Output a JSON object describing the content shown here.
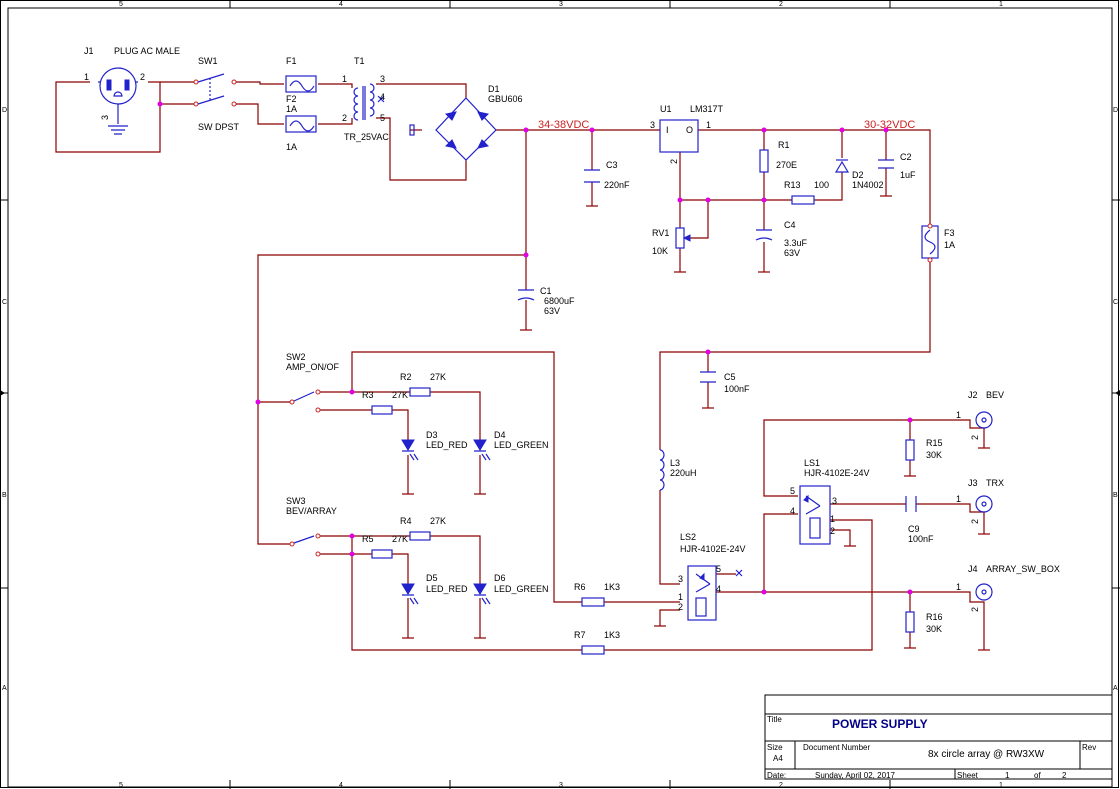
{
  "frame": {
    "columns": [
      "5",
      "4",
      "3",
      "2",
      "1"
    ],
    "rows": [
      "D",
      "C",
      "B",
      "A"
    ]
  },
  "components": {
    "j1": {
      "ref": "J1",
      "value": "PLUG AC MALE",
      "pin1": "1",
      "pin2": "2",
      "pin3": "3"
    },
    "sw1": {
      "ref": "SW1",
      "value": "SW DPST"
    },
    "f1": {
      "ref": "F1",
      "value": "1A"
    },
    "f2": {
      "ref": "F2",
      "value": "1A"
    },
    "t1": {
      "ref": "T1",
      "value": "TR_25VAC",
      "p1": "1",
      "p2": "2",
      "p3": "3",
      "p4": "4",
      "p5": "5"
    },
    "d1": {
      "ref": "D1",
      "value": "GBU606"
    },
    "u1": {
      "ref": "U1",
      "value": "LM317T",
      "in": "I",
      "out": "O",
      "adj_pin": "2",
      "pin3": "3",
      "pin1": "1"
    },
    "c3": {
      "ref": "C3",
      "value": "220nF"
    },
    "r1": {
      "ref": "R1",
      "value": "270E"
    },
    "d2": {
      "ref": "D2",
      "value": "1N4002"
    },
    "c2": {
      "ref": "C2",
      "value": "1uF"
    },
    "r13": {
      "ref": "R13",
      "value": "100"
    },
    "rv1": {
      "ref": "RV1",
      "value": "10K"
    },
    "c4": {
      "ref": "C4",
      "value": "3.3uF",
      "voltage": "63V"
    },
    "f3": {
      "ref": "F3",
      "value": "1A"
    },
    "c1": {
      "ref": "C1",
      "value": "6800uF",
      "voltage": "63V"
    },
    "c5": {
      "ref": "C5",
      "value": "100nF"
    },
    "sw2": {
      "ref": "SW2",
      "value": "AMP_ON/OF"
    },
    "r2": {
      "ref": "R2",
      "value": "27K"
    },
    "r3": {
      "ref": "R3",
      "value": "27K"
    },
    "d3": {
      "ref": "D3",
      "value": "LED_RED"
    },
    "d4": {
      "ref": "D4",
      "value": "LED_GREEN"
    },
    "sw3": {
      "ref": "SW3",
      "value": "BEV/ARRAY"
    },
    "r4": {
      "ref": "R4",
      "value": "27K"
    },
    "r5": {
      "ref": "R5",
      "value": "27K"
    },
    "d5": {
      "ref": "D5",
      "value": "LED_RED"
    },
    "d6": {
      "ref": "D6",
      "value": "LED_GREEN"
    },
    "l3": {
      "ref": "L3",
      "value": "220uH"
    },
    "ls1": {
      "ref": "LS1",
      "value": "HJR-4102E-24V",
      "p5": "5",
      "p4": "4",
      "p3": "3",
      "p1": "1",
      "p2": "2"
    },
    "ls2": {
      "ref": "LS2",
      "value": "HJR-4102E-24V",
      "p5": "5",
      "p3": "3",
      "p4": "4",
      "p1": "1",
      "p2": "2"
    },
    "r6": {
      "ref": "R6",
      "value": "1K3"
    },
    "r7": {
      "ref": "R7",
      "value": "1K3"
    },
    "r15": {
      "ref": "R15",
      "value": "30K"
    },
    "r16": {
      "ref": "R16",
      "value": "30K"
    },
    "c9": {
      "ref": "C9",
      "value": "100nF"
    },
    "j2": {
      "ref": "J2",
      "value": "BEV",
      "p1": "1",
      "p2": "2"
    },
    "j3": {
      "ref": "J3",
      "value": "TRX",
      "p1": "1",
      "p2": "2"
    },
    "j4": {
      "ref": "J4",
      "value": "ARRAY_SW_BOX",
      "p1": "1",
      "p2": "2"
    }
  },
  "nets": {
    "rectified": "34-38VDC",
    "regulated": "30-32VDC"
  },
  "title_block": {
    "title_label": "Title",
    "title": "POWER SUPPLY",
    "size_label": "Size",
    "size": "A4",
    "docnum_label": "Document  Number",
    "docnum": "8x circle array @ RW3XW",
    "rev_label": "Rev",
    "date_label": "Date:",
    "date": "Sunday, April 02, 2017",
    "sheet_label": "Sheet",
    "sheet": "1",
    "of_label": "of",
    "sheets": "2"
  }
}
